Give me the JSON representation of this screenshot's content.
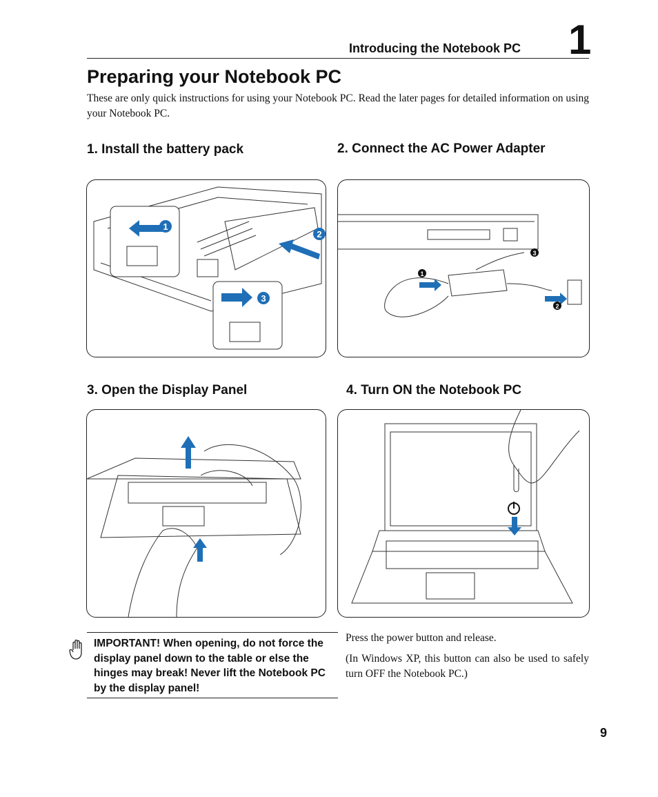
{
  "header": {
    "section_title": "Introducing the Notebook PC",
    "chapter_number": "1"
  },
  "page_title": "Preparing your Notebook PC",
  "intro": "These are only quick instructions for using your Notebook PC. Read the later pages for detailed information on using your Notebook PC.",
  "steps": [
    {
      "heading": "1. Install the battery pack",
      "callouts": [
        "1",
        "2",
        "3"
      ]
    },
    {
      "heading": "2. Connect the AC Power Adapter",
      "callouts": [
        "1",
        "2",
        "3"
      ]
    },
    {
      "heading": "3. Open the Display Panel"
    },
    {
      "heading": "4. Turn ON the Notebook PC"
    }
  ],
  "important_note": "IMPORTANT!  When opening, do not force the display panel down to the table or else the hinges may break! Never lift the Notebook PC by the display panel!",
  "power_text_1": "Press the power button and release.",
  "power_text_2": "(In Windows XP, this button can also be used to safely turn OFF the Notebook PC.)",
  "page_number": "9",
  "colors": {
    "accent_blue": "#1f6fb6",
    "line": "#222222"
  },
  "icons": [
    "hand-stop-icon",
    "power-icon"
  ]
}
